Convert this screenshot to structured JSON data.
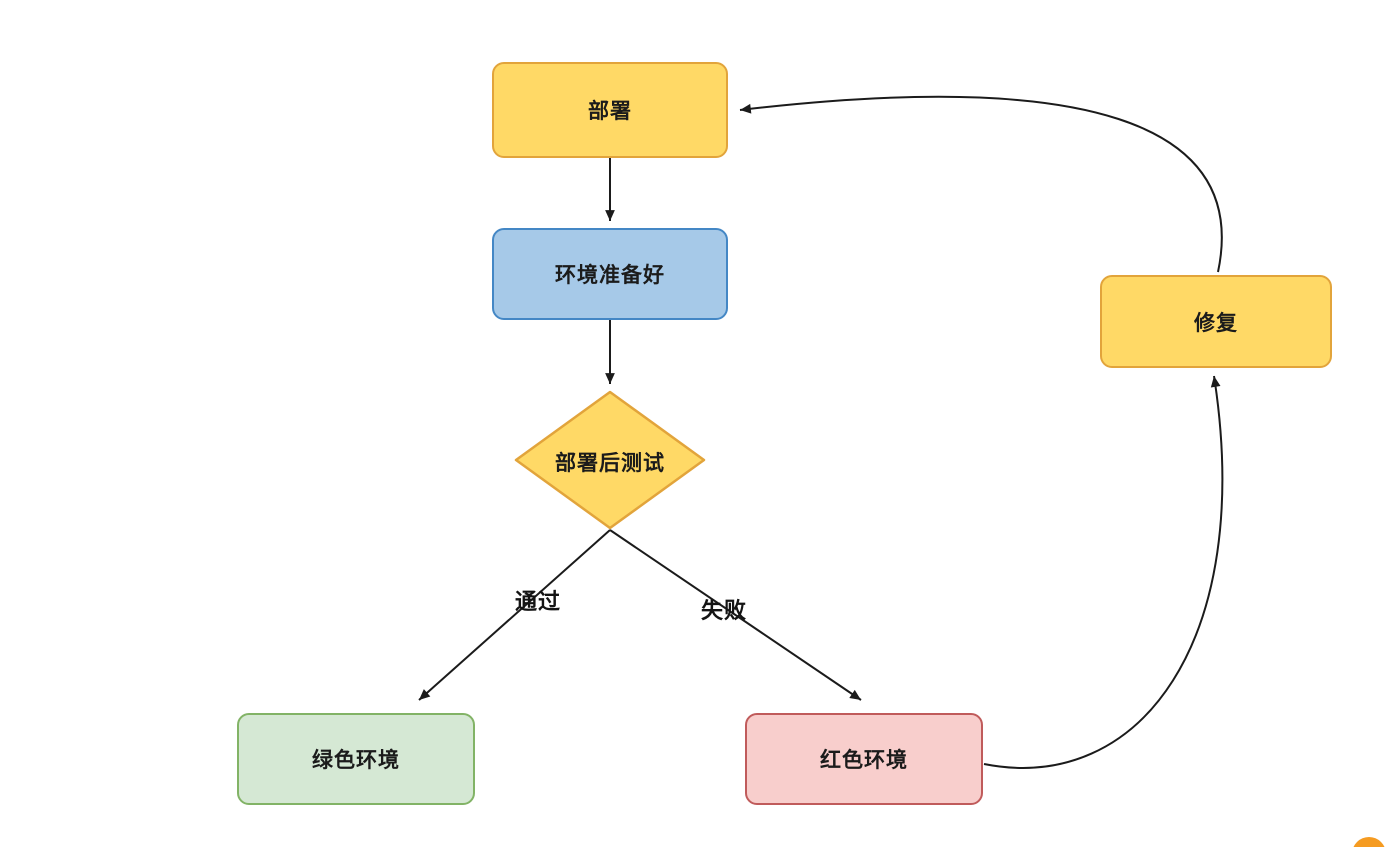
{
  "diagram": {
    "type": "flowchart",
    "nodes": {
      "deploy": {
        "label": "部署",
        "shape": "rounded-rect",
        "color": "yellow"
      },
      "env_ready": {
        "label": "环境准备好",
        "shape": "rounded-rect",
        "color": "blue"
      },
      "post_test": {
        "label": "部署后测试",
        "shape": "diamond",
        "color": "yellow"
      },
      "green_env": {
        "label": "绿色环境",
        "shape": "rounded-rect",
        "color": "green"
      },
      "red_env": {
        "label": "红色环境",
        "shape": "rounded-rect",
        "color": "red"
      },
      "fix": {
        "label": "修复",
        "shape": "rounded-rect",
        "color": "yellow"
      }
    },
    "edges": [
      {
        "from": "deploy",
        "to": "env_ready",
        "label": ""
      },
      {
        "from": "env_ready",
        "to": "post_test",
        "label": ""
      },
      {
        "from": "post_test",
        "to": "green_env",
        "label": "通过"
      },
      {
        "from": "post_test",
        "to": "red_env",
        "label": "失败"
      },
      {
        "from": "red_env",
        "to": "fix",
        "label": ""
      },
      {
        "from": "fix",
        "to": "deploy",
        "label": ""
      }
    ],
    "colors": {
      "yellow_fill": "#FFD966",
      "yellow_stroke": "#E2A43B",
      "blue_fill": "#A6C9E8",
      "blue_stroke": "#4487C5",
      "green_fill": "#D5E8D4",
      "green_stroke": "#82B366",
      "red_fill": "#F8CECC",
      "red_stroke": "#C05B5B",
      "arrow": "#1B1B1B",
      "floating_button": "#F59B21"
    }
  }
}
